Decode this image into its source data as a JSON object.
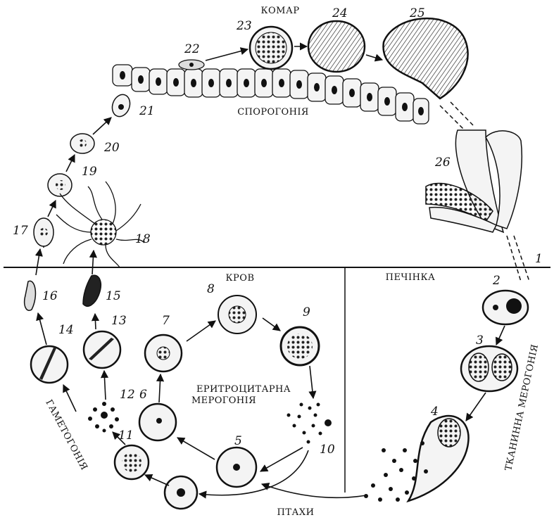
{
  "regions": {
    "mosquito": "КОМАР",
    "blood": "КРОВ",
    "liver": "ПЕЧІНКА",
    "birds": "ПТАХИ"
  },
  "processes": {
    "sporogony": "СПОРОГОНІЯ",
    "erythrocytic_merogony_line1": "ЕРИТРОЦИТАРНА",
    "erythrocytic_merogony_line2": "МЕРОГОНІЯ",
    "gametogony": "ГАМЕТОГОНІЯ",
    "tissue_merogony": "ТКАНИННА МЕРОГОНІЯ"
  },
  "stage_numbers": [
    "1",
    "2",
    "3",
    "4",
    "5",
    "6",
    "7",
    "8",
    "9",
    "10",
    "11",
    "12",
    "13",
    "14",
    "15",
    "16",
    "17",
    "18",
    "19",
    "20",
    "21",
    "22",
    "23",
    "24",
    "25",
    "26"
  ],
  "colors": {
    "ink": "#111111",
    "cell_fill": "#f4f4f4",
    "paper": "#ffffff"
  }
}
